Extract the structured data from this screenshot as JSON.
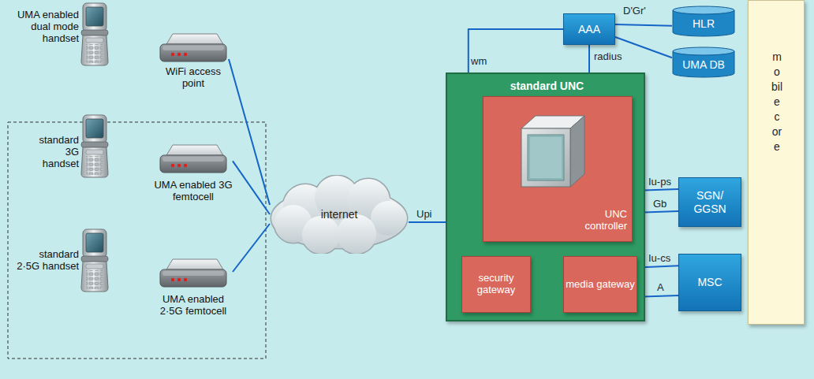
{
  "diagram": {
    "nodes": [
      {
        "text": [
          "UMA enabled dual mode handset"
        ]
      },
      {
        "text": [
          "WiFi access point"
        ]
      },
      {
        "text": [
          "standard 3G handset"
        ]
      },
      {
        "text": [
          "UMA enabled 3G femtocell"
        ]
      },
      {
        "text": [
          "standard 2·5G handset"
        ]
      },
      {
        "text": [
          "UMA enabled 2·5G femtocell"
        ]
      },
      {
        "text": [
          "internet"
        ]
      },
      {
        "text": [
          "standard UNC"
        ]
      },
      {
        "text": [
          "UNC controller"
        ],
        "in": 7
      },
      {
        "text": [
          "security gateway"
        ],
        "in": 7
      },
      {
        "text": [
          "media gateway"
        ],
        "in": 7
      },
      {
        "text": [
          "AAA"
        ]
      },
      {
        "text": [
          "HLR"
        ]
      },
      {
        "text": [
          "UMA DB"
        ]
      },
      {
        "text": [
          "mobile core"
        ]
      },
      {
        "text": [
          "SGN/ GGSN"
        ]
      },
      {
        "text": [
          "MSC"
        ]
      }
    ],
    "edges": [
      {
        "from": 1,
        "to": 6,
        "arrow": "none"
      },
      {
        "from": 3,
        "to": 6,
        "arrow": "none"
      },
      {
        "from": 5,
        "to": 6,
        "arrow": "none"
      },
      {
        "from": 6,
        "to": 7,
        "label": "Upi",
        "arrow": "none"
      },
      {
        "from": 9,
        "to": 11,
        "label": "wm",
        "arrow": "none"
      },
      {
        "from": 11,
        "to": 7,
        "label": "radius",
        "arrow": "none"
      },
      {
        "from": 11,
        "to": 12,
        "label": "D'Gr'",
        "arrow": "none"
      },
      {
        "from": 11,
        "to": 13,
        "arrow": "none"
      },
      {
        "from": 8,
        "to": 15,
        "label": "Iu-ps",
        "arrow": "none"
      },
      {
        "from": 8,
        "to": 15,
        "label": "Gb",
        "arrow": "none"
      },
      {
        "from": 10,
        "to": 16,
        "label": "Iu-cs",
        "arrow": "none"
      },
      {
        "from": 10,
        "to": 16,
        "label": "A",
        "arrow": "none"
      },
      {
        "from": 8,
        "to": 9,
        "arrow": "none"
      },
      {
        "from": 8,
        "to": 10,
        "arrow": "none"
      }
    ]
  }
}
